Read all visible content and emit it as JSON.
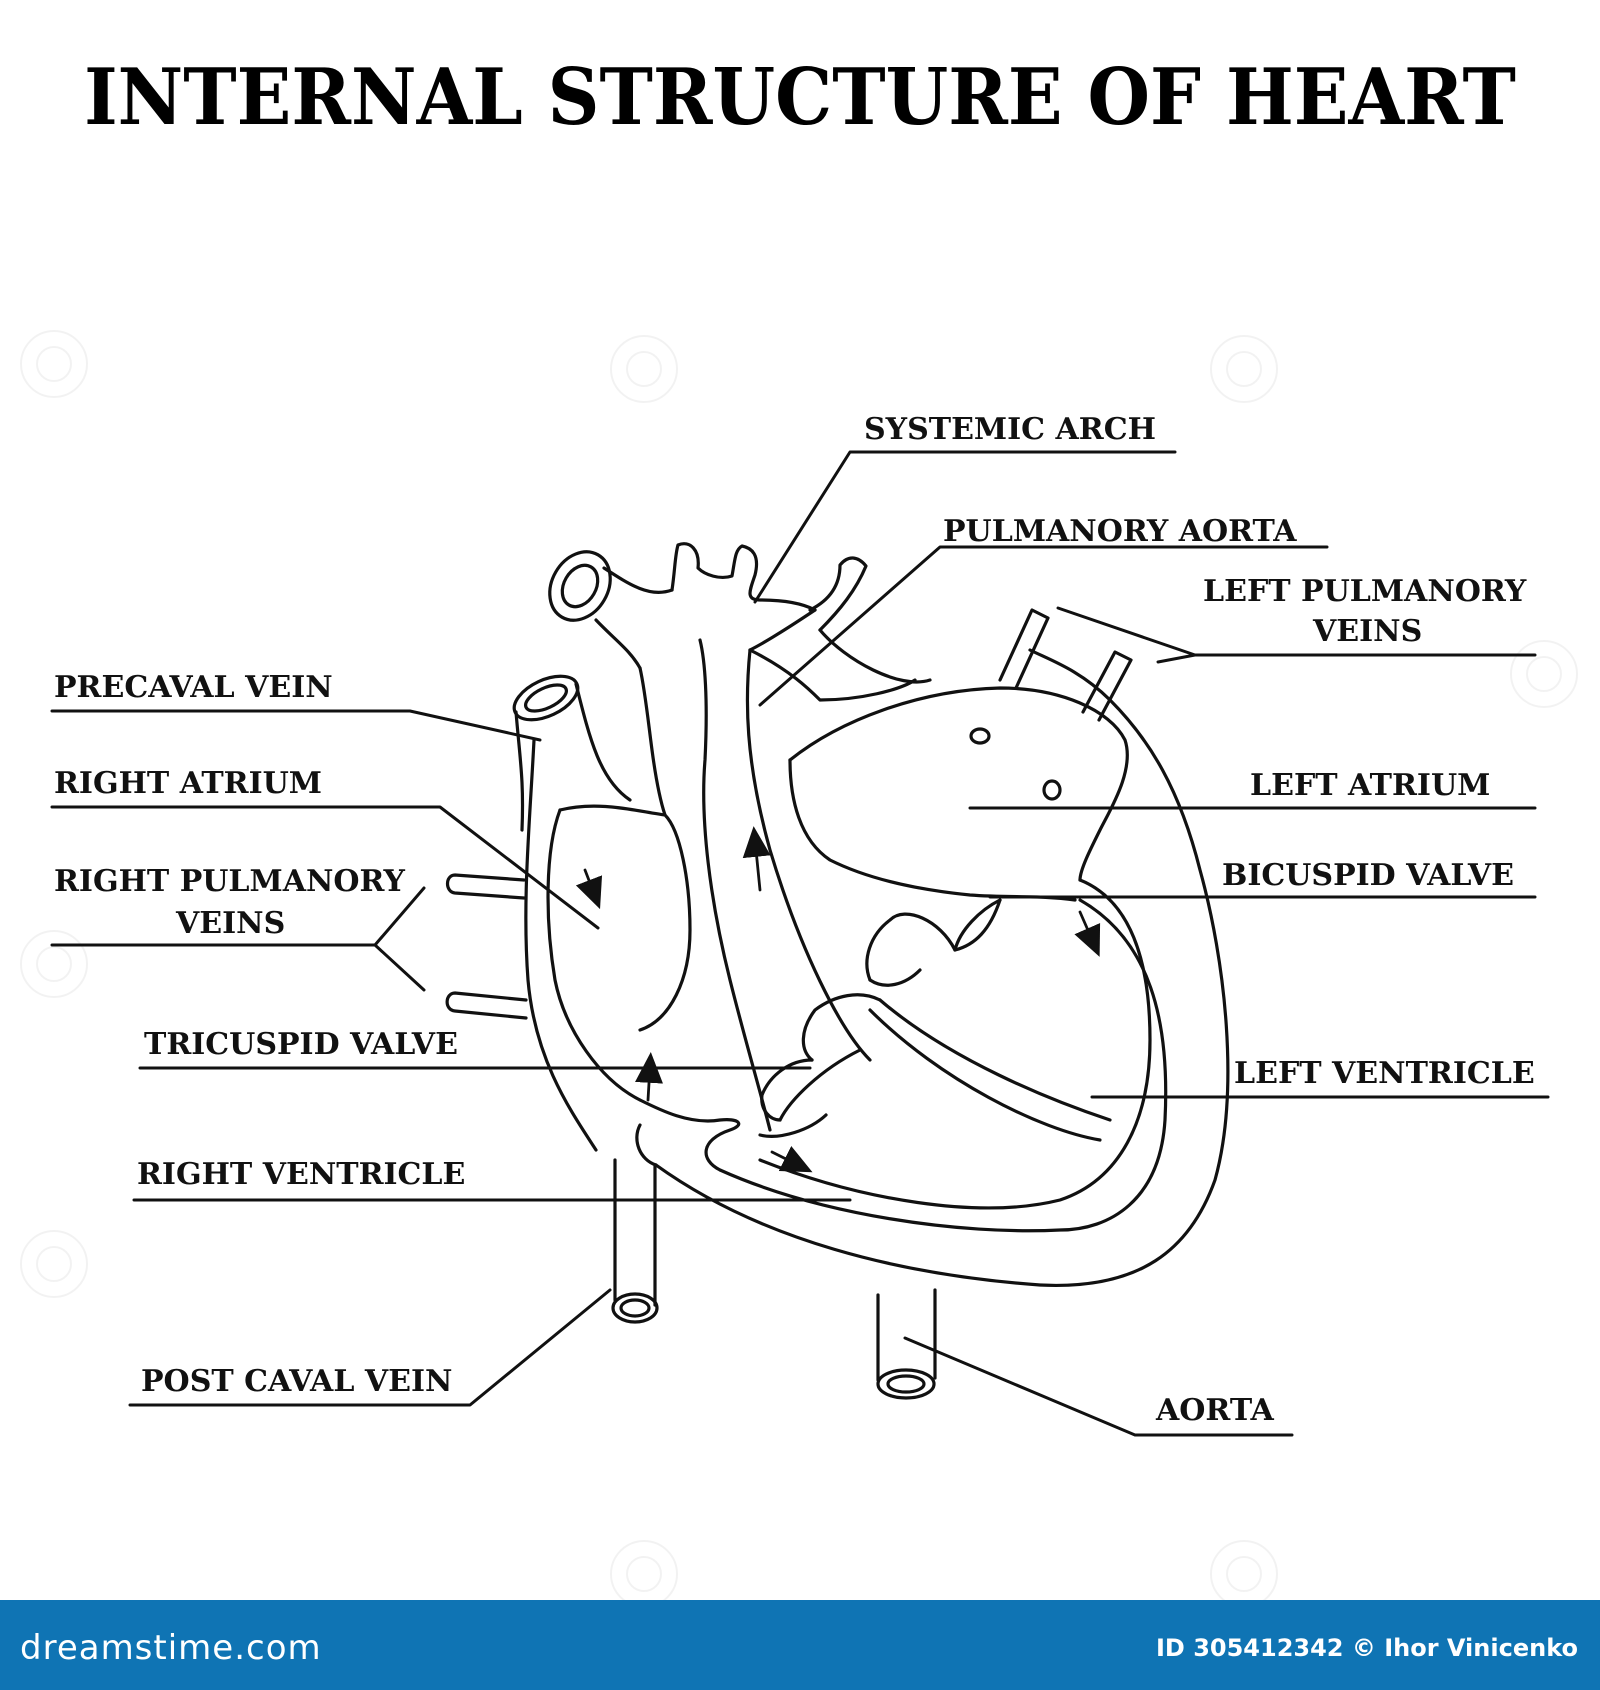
{
  "title": "INTERNAL STRUCTURE OF HEART",
  "labels": {
    "systemic_arch": "SYSTEMIC ARCH",
    "pulmonary_aorta": "PULMANORY AORTA",
    "left_pulmonary_veins_1": "LEFT PULMANORY",
    "left_pulmonary_veins_2": "VEINS",
    "precaval_vein": "PRECAVAL VEIN",
    "right_atrium": "RIGHT ATRIUM",
    "right_pulmonary_veins_1": "RIGHT PULMANORY",
    "right_pulmonary_veins_2": "VEINS",
    "left_atrium": "LEFT ATRIUM",
    "bicuspid_valve": "BICUSPID VALVE",
    "tricuspid_valve": "TRICUSPID VALVE",
    "left_ventricle": "LEFT VENTRICLE",
    "right_ventricle": "RIGHT VENTRICLE",
    "post_caval_vein": "POST CAVAL VEIN",
    "aorta": "AORTA"
  },
  "footer": {
    "brand": "dreamstime.com",
    "credit": "ID 305412342 © Ihor Vinicenko"
  },
  "colors": {
    "line": "#111111",
    "footer_bg": "#0f74b4",
    "footer_text": "#ffffff"
  }
}
